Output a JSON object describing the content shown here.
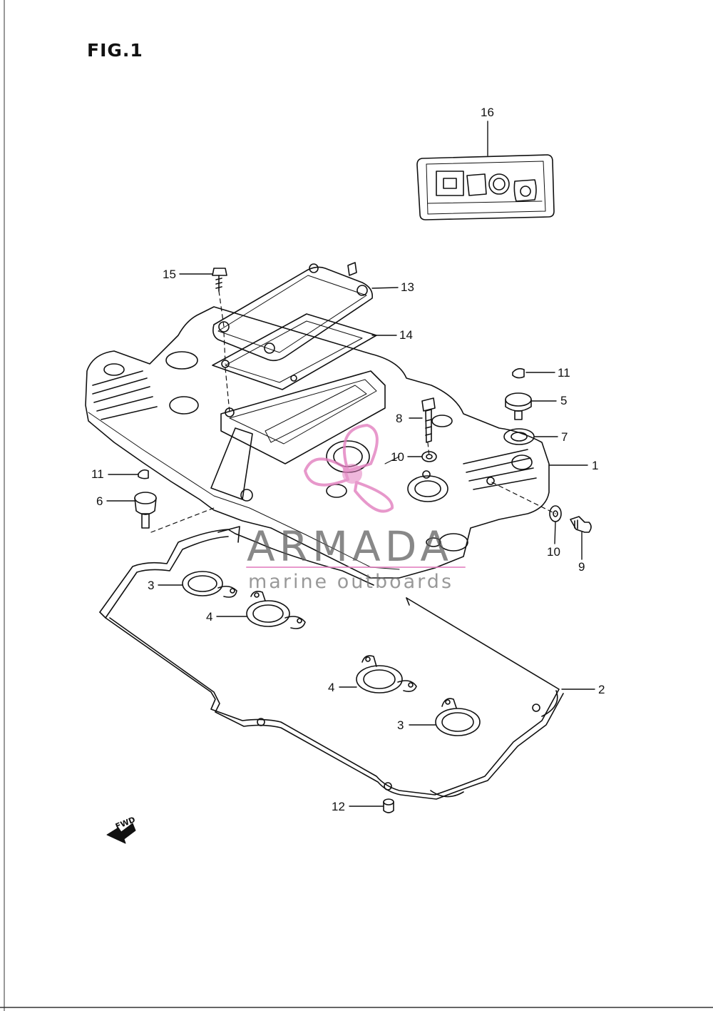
{
  "figure": {
    "title": "FIG.1"
  },
  "parts": [
    {
      "number": "16"
    },
    {
      "number": "15"
    },
    {
      "number": "13"
    },
    {
      "number": "14"
    },
    {
      "number": "11"
    },
    {
      "number": "5"
    },
    {
      "number": "8"
    },
    {
      "number": "7"
    },
    {
      "number": "10"
    },
    {
      "number": "1"
    },
    {
      "number": "11"
    },
    {
      "number": "6"
    },
    {
      "number": "10"
    },
    {
      "number": "9"
    },
    {
      "number": "3"
    },
    {
      "number": "4"
    },
    {
      "number": "2"
    },
    {
      "number": "4"
    },
    {
      "number": "3"
    },
    {
      "number": "12"
    }
  ],
  "watermark": {
    "brand": "ARMADA",
    "tagline": "marine outboards",
    "accent_color": "#e27fbf"
  },
  "direction": {
    "label": "FWD"
  },
  "colors": {
    "line": "#111111",
    "background": "#ffffff"
  }
}
